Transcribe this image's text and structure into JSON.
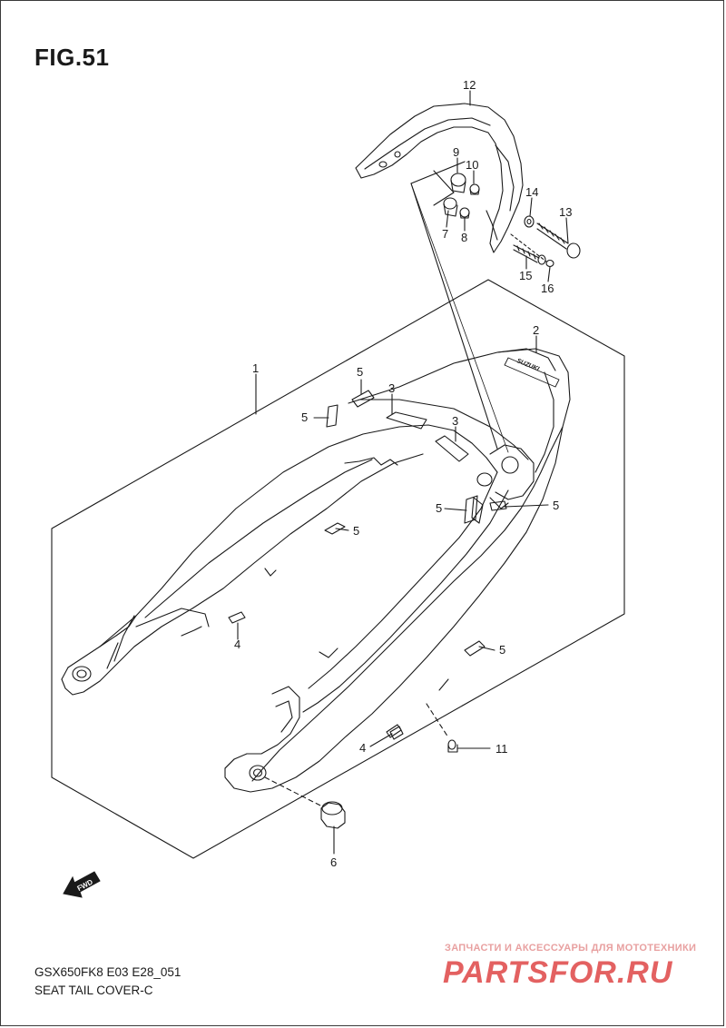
{
  "figure": {
    "title": "FIG.51",
    "model_code": "GSX650FK8 E03 E28_051",
    "section_name": "SEAT TAIL COVER-C"
  },
  "callouts": [
    {
      "id": "c1",
      "text": "1"
    },
    {
      "id": "c2",
      "text": "2"
    },
    {
      "id": "c3a",
      "text": "3"
    },
    {
      "id": "c3b",
      "text": "3"
    },
    {
      "id": "c4a",
      "text": "4"
    },
    {
      "id": "c4b",
      "text": "4"
    },
    {
      "id": "c5a",
      "text": "5"
    },
    {
      "id": "c5b",
      "text": "5"
    },
    {
      "id": "c5c",
      "text": "5"
    },
    {
      "id": "c5d",
      "text": "5"
    },
    {
      "id": "c5e",
      "text": "5"
    },
    {
      "id": "c5f",
      "text": "5"
    },
    {
      "id": "c6",
      "text": "6"
    },
    {
      "id": "c7",
      "text": "7"
    },
    {
      "id": "c8",
      "text": "8"
    },
    {
      "id": "c9",
      "text": "9"
    },
    {
      "id": "c10",
      "text": "10"
    },
    {
      "id": "c11",
      "text": "11"
    },
    {
      "id": "c12",
      "text": "12"
    },
    {
      "id": "c13",
      "text": "13"
    },
    {
      "id": "c14",
      "text": "14"
    },
    {
      "id": "c15",
      "text": "15"
    },
    {
      "id": "c16",
      "text": "16"
    }
  ],
  "fwd_arrow": {
    "label": "FWD"
  },
  "watermark": {
    "tagline": "ЗАПЧАСТИ И АКСЕССУАРЫ ДЛЯ МОТОТЕХНИКИ",
    "logo": "PARTSFOR.RU",
    "color": "#e05050"
  },
  "emblem_text": "SUZUKI"
}
